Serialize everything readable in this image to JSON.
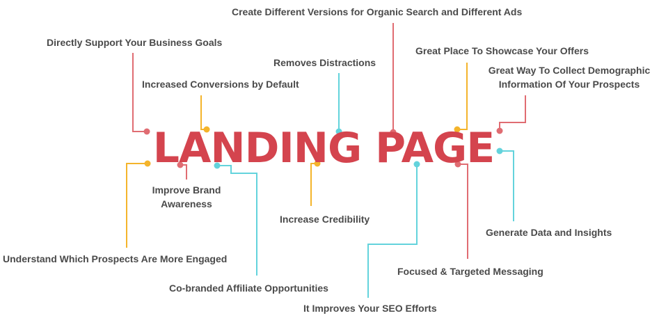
{
  "title": "LANDING PAGE",
  "colors": {
    "red": "#e06c72",
    "yellow": "#f4b42b",
    "cyan": "#63d3dc",
    "title": "#d4444e",
    "text": "#4a4a4a"
  },
  "labels": {
    "l1": "Create Different Versions for Organic Search and Different Ads",
    "l2": "Directly Support Your Business Goals",
    "l3": "Removes Distractions",
    "l4": "Great Place To Showcase Your Offers",
    "l5a": "Great Way To Collect Demographic",
    "l5b": "Information Of Your Prospects",
    "l6": "Increased Conversions by Default",
    "l7a": "Improve Brand",
    "l7b": "Awareness",
    "l8": "Increase Credibility",
    "l9": "Generate Data and Insights",
    "l10": "Understand Which Prospects Are More Engaged",
    "l11": "Focused & Targeted Messaging",
    "l12": "Co-branded Affiliate Opportunities",
    "l13": "It Improves Your SEO Efforts"
  }
}
